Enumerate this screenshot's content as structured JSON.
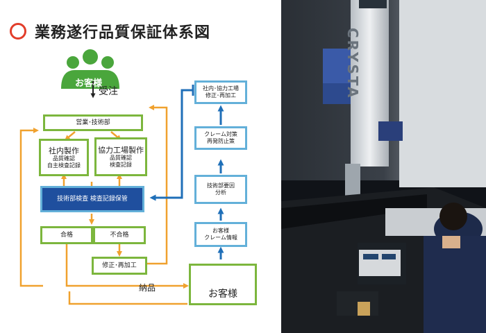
{
  "title": "業務遂行品質保証体系図",
  "customer_top": "お客様",
  "order_label": "受注",
  "sales_box": "営業･技術部",
  "inhouse_box": {
    "title": "社内製作",
    "line1": "品質確認",
    "line2": "自主検査記録"
  },
  "partner_box": {
    "title": "協力工場製作",
    "line1": "品質確認",
    "line2": "検査記録"
  },
  "inspection_box": "技術部検査 検査記録保管",
  "pass_box": "合格",
  "fail_box": "不合格",
  "rework_box": "修正･再加工",
  "delivery_label": "納品",
  "customer_bottom": "お客様",
  "right_col": {
    "box1": {
      "line1": "社内･協力工場",
      "line2": "修正･再加工"
    },
    "box2": {
      "line1": "クレーム対策",
      "line2": "再発防止策"
    },
    "box3": {
      "line1": "技術部要因",
      "line2": "分析"
    },
    "box4": {
      "line1": "お客様",
      "line2": "クレーム情報"
    }
  },
  "colors": {
    "accent_orange": "#f0a12e",
    "accent_green": "#4aa63c",
    "accent_blue": "#1f4f9e",
    "box_blue_border": "#63b0d9",
    "box_green_border": "#7cb63d",
    "title_circle": "#e23d2a"
  },
  "photo": {
    "machine_brand": "CRYSTA"
  }
}
